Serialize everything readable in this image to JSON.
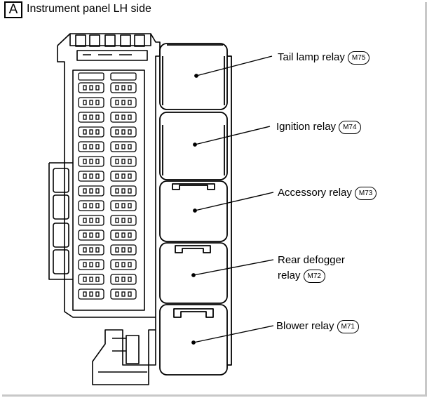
{
  "section": {
    "letter": "A",
    "title": "Instrument panel LH side"
  },
  "relays": [
    {
      "label": "Tail lamp relay",
      "connector": "M75"
    },
    {
      "label": "Ignition relay",
      "connector": "M74"
    },
    {
      "label": "Accessory relay",
      "connector": "M73"
    },
    {
      "label_line1": "Rear defogger",
      "label_line2": "relay",
      "connector": "M72"
    },
    {
      "label": "Blower relay",
      "connector": "M71"
    }
  ],
  "colors": {
    "ink": "#000000",
    "background": "#ffffff",
    "frame_shadow": "#c8c8c8"
  }
}
